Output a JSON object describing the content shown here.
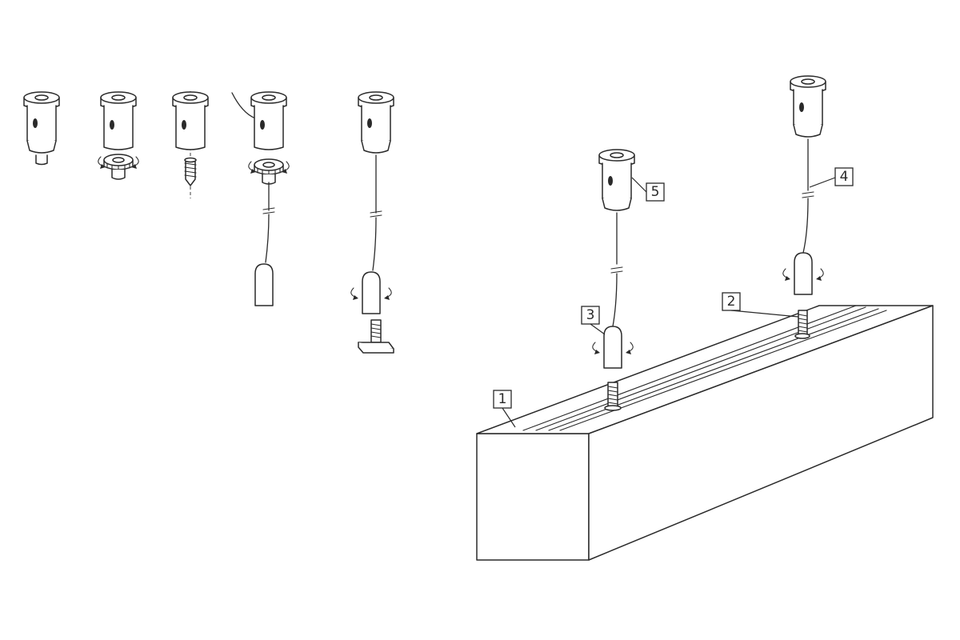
{
  "diagram": {
    "callouts": [
      {
        "id": "1",
        "label": "1"
      },
      {
        "id": "2",
        "label": "2"
      },
      {
        "id": "3",
        "label": "3"
      },
      {
        "id": "4",
        "label": "4"
      },
      {
        "id": "5",
        "label": "5"
      }
    ],
    "line_color": "#2a2a2a",
    "background": "#ffffff"
  }
}
